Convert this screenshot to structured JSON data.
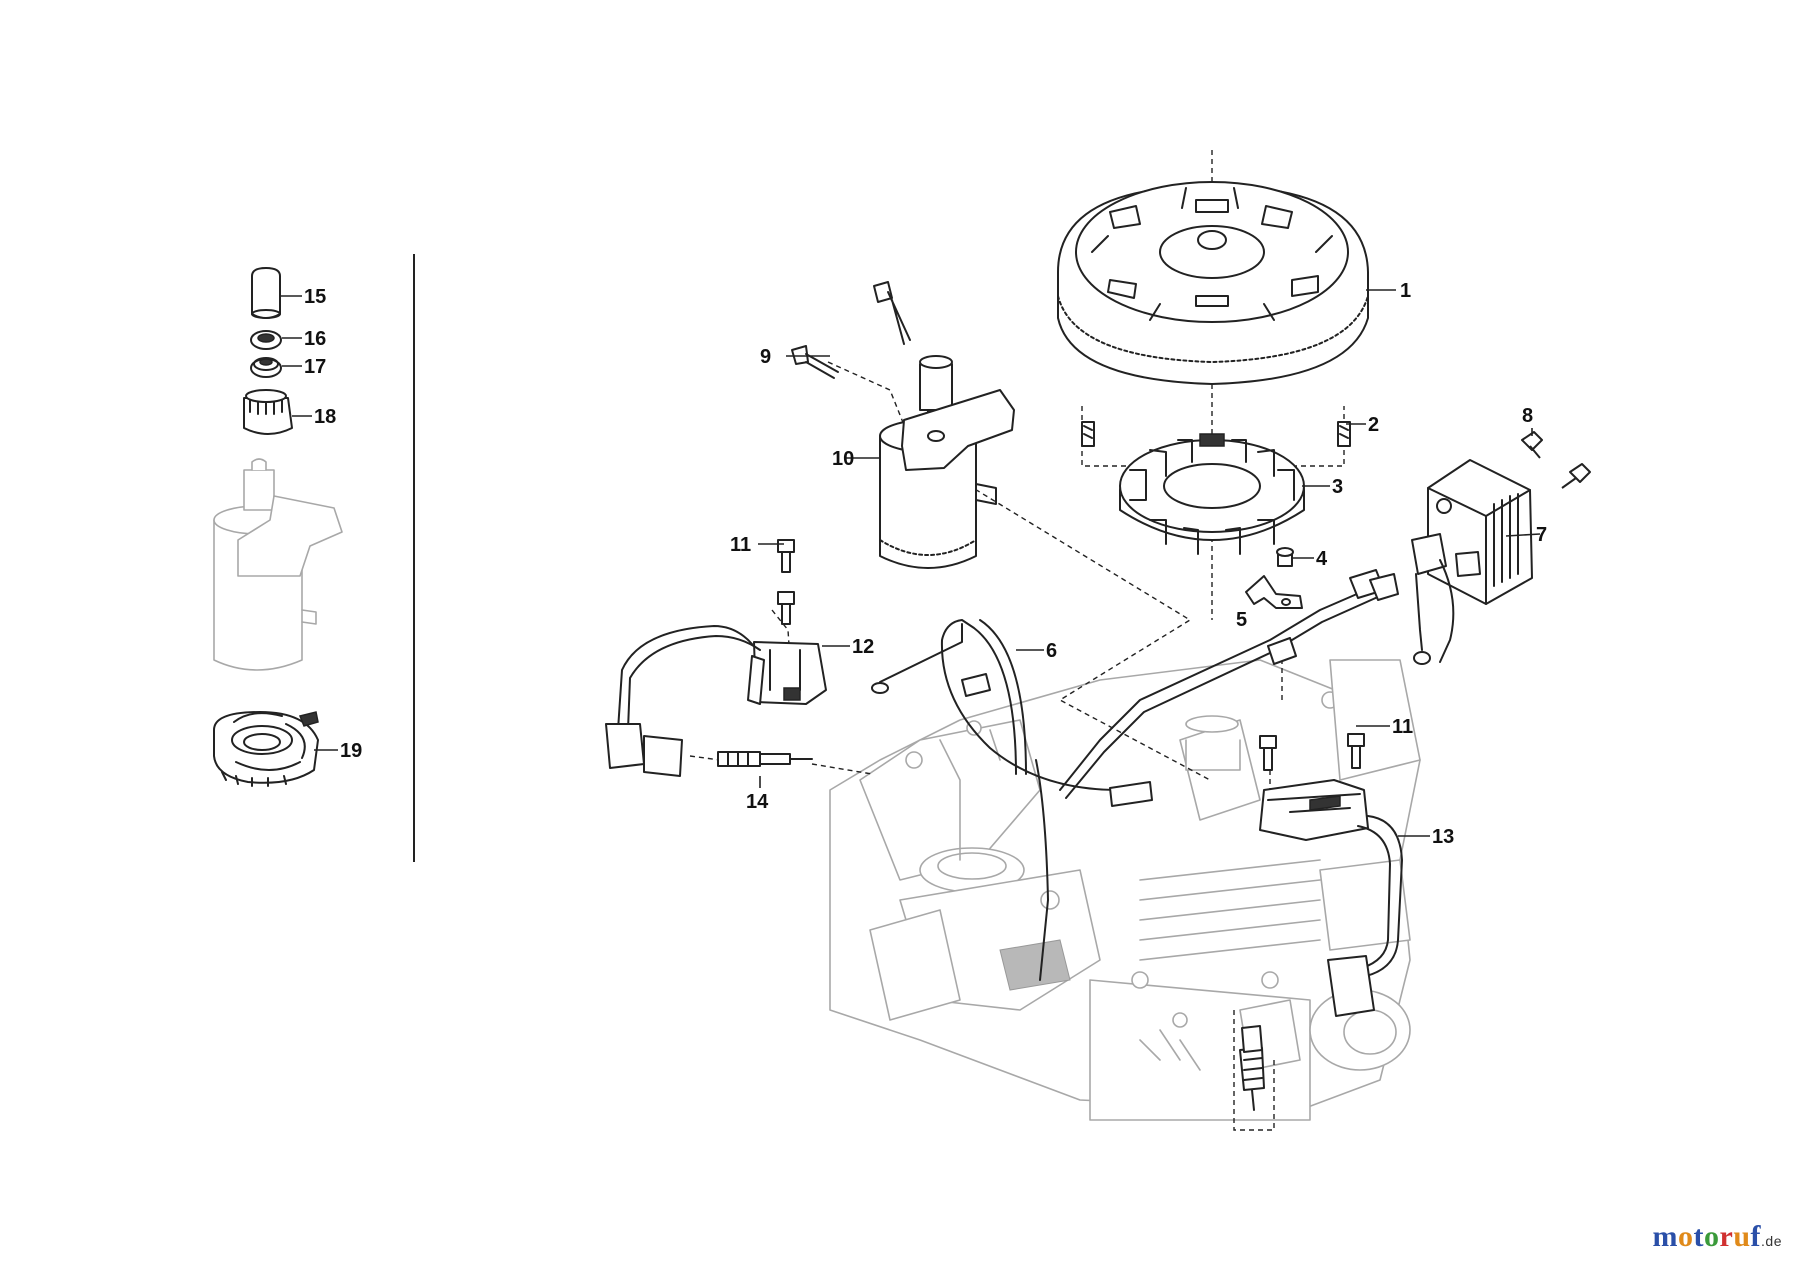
{
  "diagram": {
    "callouts": [
      "1",
      "2",
      "3",
      "4",
      "5",
      "6",
      "7",
      "8",
      "9",
      "10",
      "11",
      "11",
      "12",
      "13",
      "14",
      "15",
      "16",
      "17",
      "18",
      "19"
    ]
  },
  "logo": {
    "letters": [
      "m",
      "o",
      "t",
      "o",
      "r",
      "u",
      "f"
    ],
    "letter_colors": [
      "#2a4fa8",
      "#e08a1a",
      "#2a4fa8",
      "#3a9a3a",
      "#d03030",
      "#e08a1a",
      "#2a4fa8"
    ],
    "tld": ".de"
  }
}
